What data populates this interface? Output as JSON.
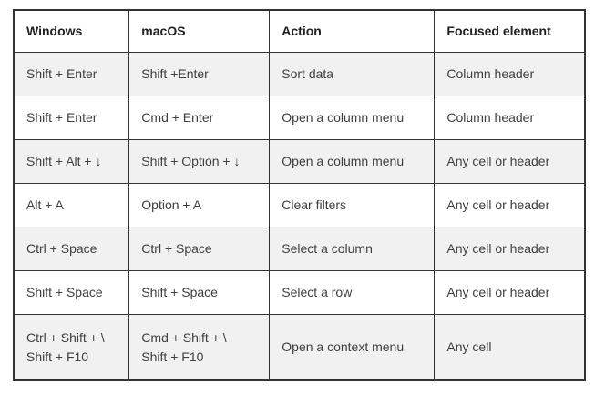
{
  "table": {
    "headers": {
      "windows": "Windows",
      "macos": "macOS",
      "action": "Action",
      "focused": "Focused element"
    },
    "rows": [
      [
        "Shift + Enter",
        "Shift +Enter",
        "Sort data",
        "Column header"
      ],
      [
        "Shift + Enter",
        "Cmd + Enter",
        "Open a column menu",
        "Column header"
      ],
      [
        "Shift + Alt + ↓",
        "Shift + Option + ↓",
        "Open a column menu",
        "Any cell or header"
      ],
      [
        "Alt + A",
        "Option + A",
        "Clear filters",
        "Any cell or header"
      ],
      [
        "Ctrl + Space",
        "Ctrl + Space",
        "Select a column",
        "Any cell or header"
      ],
      [
        "Shift + Space",
        "Shift + Space",
        "Select a row",
        "Any cell or header"
      ],
      [
        "Ctrl + Shift + \\\nShift + F10",
        "Cmd + Shift + \\\nShift + F10",
        "Open a context menu",
        "Any cell"
      ]
    ]
  },
  "colors": {
    "border": "#333333",
    "row_alt_background": "#f1f1f1",
    "row_background": "#ffffff",
    "header_text": "#202124",
    "body_text": "#3c4043"
  }
}
